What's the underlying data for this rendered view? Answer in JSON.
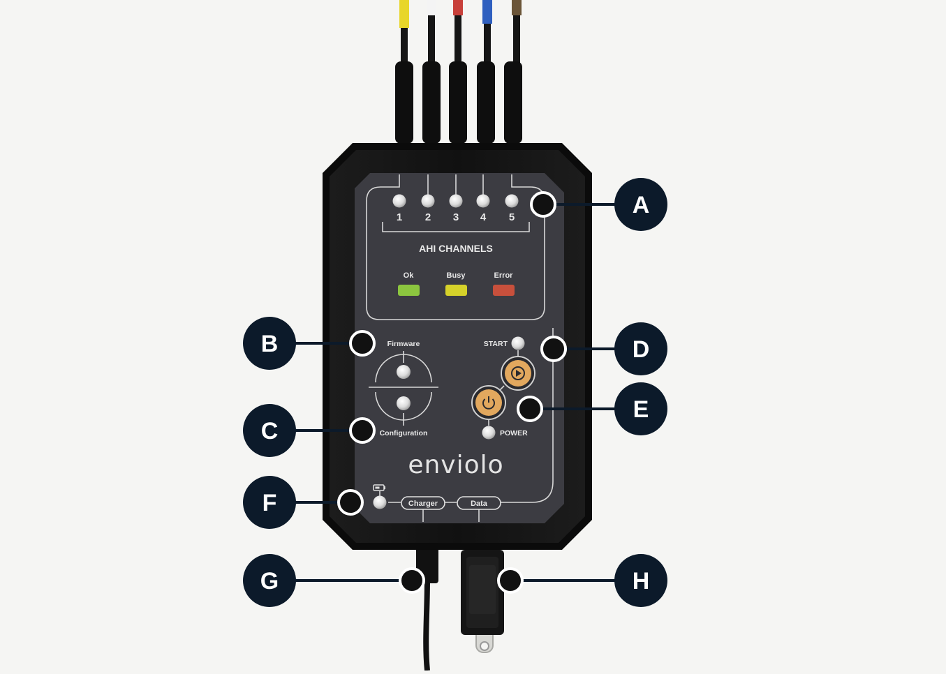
{
  "channels": {
    "title": "AHI CHANNELS",
    "numbers": [
      "1",
      "2",
      "3",
      "4",
      "5"
    ],
    "status": [
      {
        "label": "Ok",
        "color": "#8cc63f"
      },
      {
        "label": "Busy",
        "color": "#d6d22a"
      },
      {
        "label": "Error",
        "color": "#c8503c"
      }
    ]
  },
  "labels": {
    "firmware": "Firmware",
    "configuration": "Configuration",
    "start": "START",
    "power": "POWER",
    "charger": "Charger",
    "data": "Data"
  },
  "brand": "enviolo",
  "cable_colors": [
    "#e8d62a",
    "#f4f4f4",
    "#c8403a",
    "#2f5fbf",
    "#6b5538"
  ],
  "accent_color": "#e2a85e",
  "callouts": [
    "A",
    "B",
    "C",
    "D",
    "E",
    "F",
    "G",
    "H"
  ]
}
